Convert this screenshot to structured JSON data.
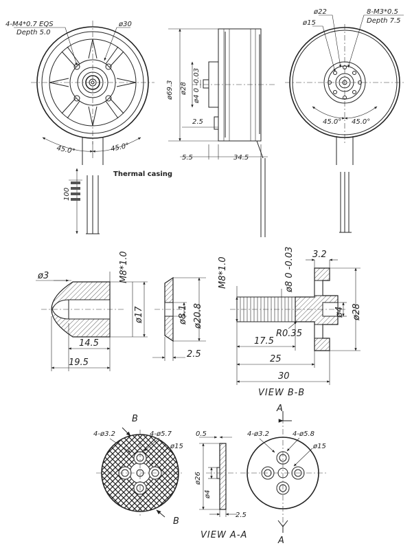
{
  "labels": {
    "m4_holes": "4-M4*0.7 EQS",
    "depth_5": "Depth 5.0",
    "dia_30": "ø30",
    "dia_69_3": "ø69.3",
    "dia_28_side": "ø28",
    "shaft_tol": "ø4  0 -0.03",
    "dim_2_5_top": "2.5",
    "dim_5_5": "5.5",
    "dim_34_5": "34.5",
    "dia_22": "ø22",
    "dia_15_top": "ø15",
    "m3_holes": "8-M3*0.5",
    "depth_7_5": "Depth 7.5",
    "angle_45_a": "45.0°",
    "angle_45_b": "45.0°",
    "angle_45_c": "45.0°",
    "angle_45_d": "45.0°",
    "thermal_casing": "Thermal casing",
    "lead_length": "100",
    "dia_3": "ø3",
    "m8_left": "M8*1.0",
    "dia_17": "ø17",
    "dim_14_5": "14.5",
    "dim_19_5": "19.5",
    "dia_8_1": "ø8.1",
    "dia_20_8": "ø20.8",
    "dim_2_5_washer": "2.5",
    "m8_shaft": "M8*1.0",
    "dia_8_tol": "ø8  0 -0.03",
    "dim_3_2_top": "3.2",
    "dia_4_adapter": "ø4",
    "dia_28_adapter": "ø28",
    "r0_35": "R0.35",
    "dim_17_5": "17.5",
    "dim_25": "25",
    "dim_30": "30",
    "view_bb": "VIEW  B-B",
    "mark_b_top": "B",
    "mark_b_bottom": "B",
    "holes_3_2_left": "4-ø3.2",
    "holes_5_7": "4-ø5.7",
    "dia_15_left": "ø15",
    "dim_0_5": "0.5",
    "dia_26": "ø26",
    "dia_4_plate": "ø4",
    "dim_2_5_plate": "2.5",
    "view_aa": "VIEW  A-A",
    "mark_a_top": "A",
    "mark_a_bottom": "A",
    "holes_3_2_right": "4-ø3.2",
    "holes_5_8": "4-ø5.8",
    "dia_15_right": "ø15"
  }
}
